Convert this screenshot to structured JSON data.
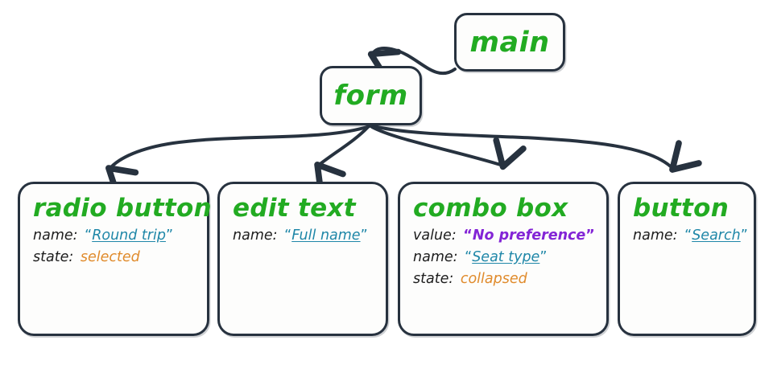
{
  "diagram": {
    "type": "accessibility-tree",
    "colors": {
      "node_border": "#27323f",
      "node_fill": "#fdfdfc",
      "title_green": "#22ab22",
      "key_dark": "#1d1d1d",
      "link_teal": "#1f87a8",
      "value_purple": "#8324d6",
      "state_orange": "#e08b2c"
    },
    "nodes": [
      {
        "id": "main",
        "title": "main"
      },
      {
        "id": "form",
        "title": "form"
      },
      {
        "id": "radio",
        "title": "radio button",
        "attributes": [
          {
            "key": "name",
            "sep": ":",
            "open_quote": "“",
            "value": "Round trip",
            "close_quote": "”",
            "style": "quoted-link"
          },
          {
            "key": "state",
            "sep": ":",
            "open_quote": "",
            "value": "selected",
            "close_quote": "",
            "style": "plain-state"
          }
        ]
      },
      {
        "id": "edit",
        "title": "edit text",
        "attributes": [
          {
            "key": "name",
            "sep": ":",
            "open_quote": "“",
            "value": "Full name",
            "close_quote": "”",
            "style": "quoted-link"
          }
        ]
      },
      {
        "id": "combo",
        "title": "combo box",
        "attributes": [
          {
            "key": "value",
            "sep": ":",
            "open_quote": "“",
            "value": "No preference",
            "close_quote": "”",
            "style": "quoted-strong"
          },
          {
            "key": "name",
            "sep": ":",
            "open_quote": "“",
            "value": "Seat type",
            "close_quote": "”",
            "style": "quoted-link"
          },
          {
            "key": "state",
            "sep": ":",
            "open_quote": "",
            "value": "collapsed",
            "close_quote": "",
            "style": "plain-state"
          }
        ]
      },
      {
        "id": "button",
        "title": "button",
        "attributes": [
          {
            "key": "name",
            "sep": ":",
            "open_quote": "“",
            "value": "Search",
            "close_quote": "”",
            "style": "quoted-link"
          }
        ]
      }
    ],
    "edges": [
      {
        "from": "main",
        "to": "form"
      },
      {
        "from": "form",
        "to": "radio"
      },
      {
        "from": "form",
        "to": "edit"
      },
      {
        "from": "form",
        "to": "combo"
      },
      {
        "from": "form",
        "to": "button"
      }
    ]
  }
}
